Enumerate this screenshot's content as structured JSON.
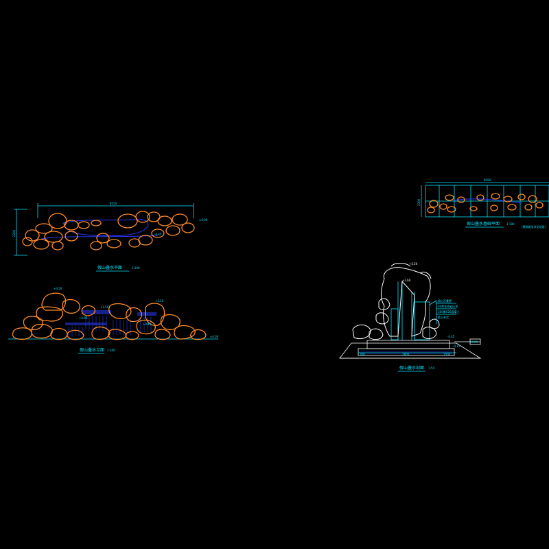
{
  "colors": {
    "background": "#000000",
    "rock": "#ff8c28",
    "dimension": "#00e5ff",
    "water": "#2a3cff",
    "section": "#ffffff"
  },
  "plan_view": {
    "title": "假山叠水平面",
    "scale": "1:100",
    "dim_width": "8250",
    "dim_height": "2300",
    "labels": [
      "±0.00",
      "-0.45"
    ]
  },
  "elevation_view": {
    "title": "假山叠水立面",
    "scale": "1:100",
    "labels": [
      "+3.50",
      "+2.10",
      "+1.50",
      "+0.90",
      "+0.45",
      "±0.00"
    ]
  },
  "foundation_plan": {
    "title": "假山叠水基础平面",
    "scale": "1:100",
    "note": "(基础做法详见剖面)",
    "dim_width": "8250",
    "dim_height": "2300"
  },
  "section_view": {
    "title": "假山叠水剖面",
    "scale": "1:50",
    "labels": [
      "+3.50",
      "+2.60",
      "-0.45",
      "±0.00",
      "-0.15"
    ],
    "notes": [
      "假山石叠置",
      "30厚花岗岩压顶",
      "100厚C20混凝土",
      "素土夯实"
    ],
    "dims": [
      "300",
      "2800",
      "1500"
    ]
  }
}
